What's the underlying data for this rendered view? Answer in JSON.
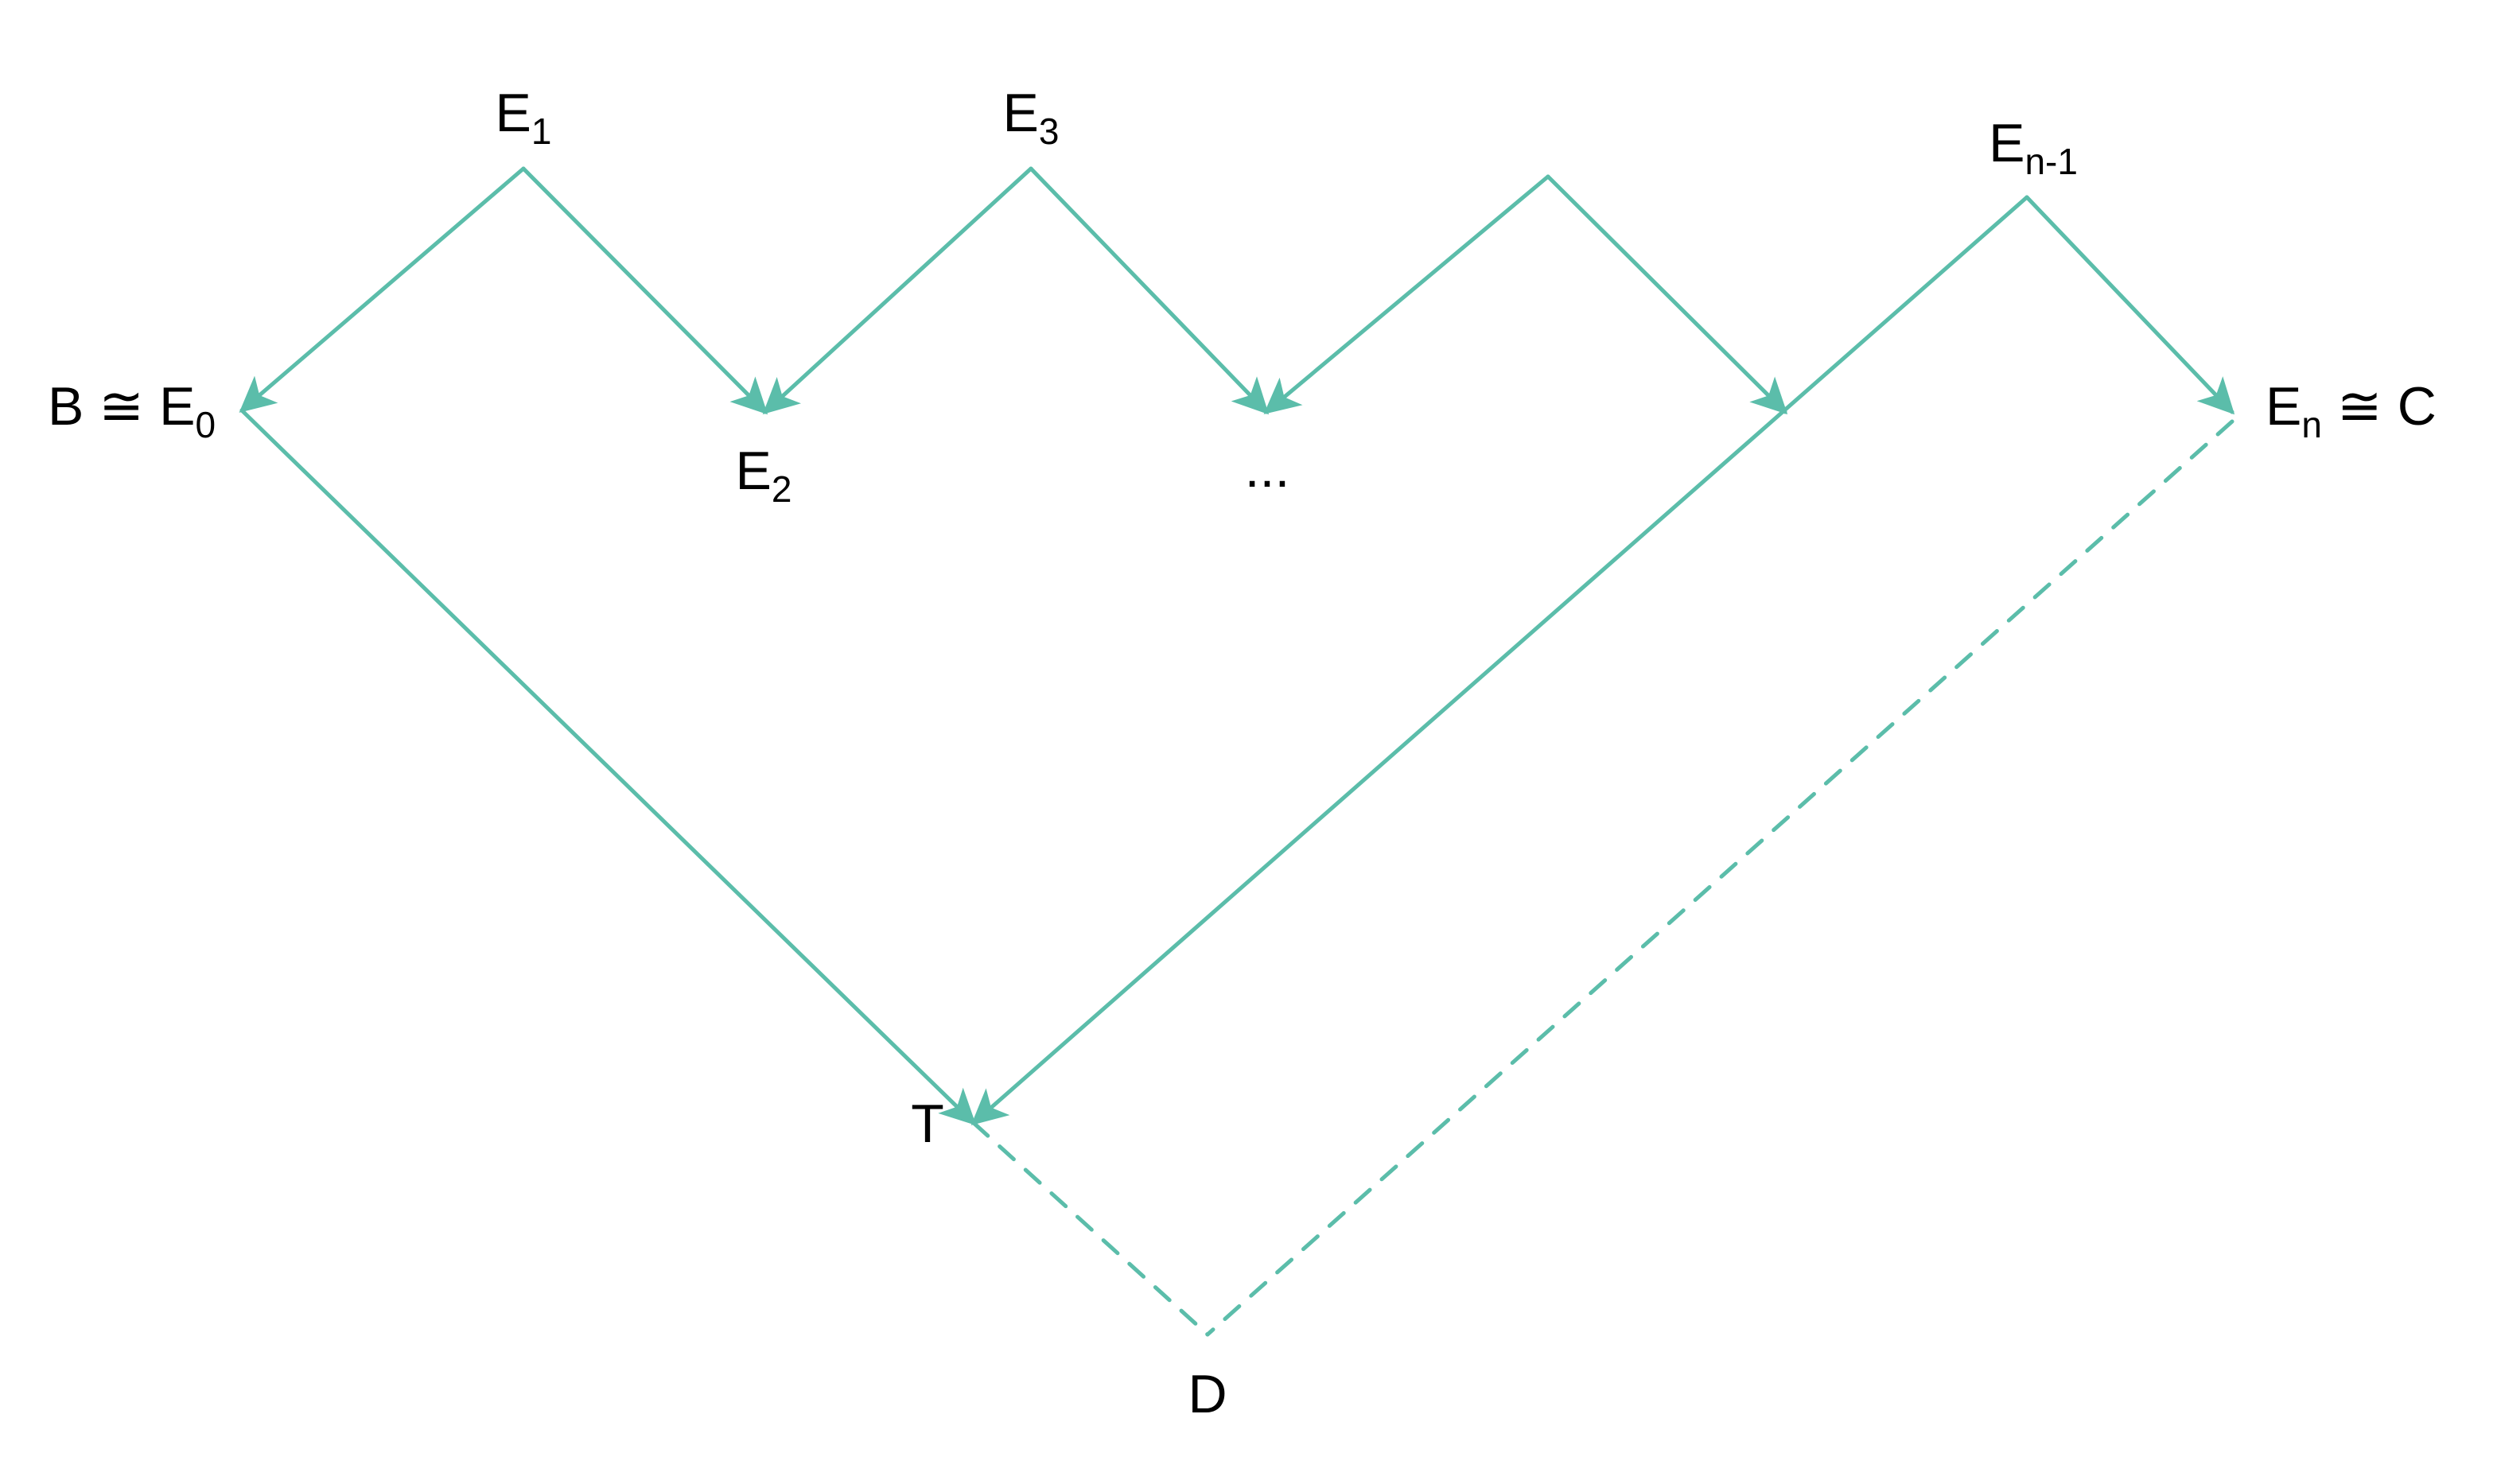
{
  "colors": {
    "edge": "#5bbdaa",
    "label": "#000000",
    "background": "#ffffff"
  },
  "nodes": {
    "E1": {
      "main": "E",
      "sub": "1"
    },
    "E3": {
      "main": "E",
      "sub": "3"
    },
    "En1": {
      "main": "E",
      "sub": "n-1"
    },
    "B": {
      "prefix": "B ≅ ",
      "main": "E",
      "sub": "0"
    },
    "E2": {
      "main": "E",
      "sub": "2"
    },
    "dots": {
      "main": "..."
    },
    "En": {
      "main": "E",
      "sub": "n",
      "suffix": " ≅ C"
    },
    "T": {
      "main": "T"
    },
    "D": {
      "main": "D"
    }
  },
  "edges": [
    {
      "from": "E1",
      "to": "B",
      "style": "solid"
    },
    {
      "from": "E1",
      "to": "E2",
      "style": "solid"
    },
    {
      "from": "E3",
      "to": "E2",
      "style": "solid"
    },
    {
      "from": "E3",
      "to": "dots",
      "style": "solid"
    },
    {
      "from": "unlabeled-top",
      "to": "dots",
      "style": "solid"
    },
    {
      "from": "unlabeled-top",
      "to": "unlabeled-bottom",
      "style": "solid"
    },
    {
      "from": "En1",
      "to": "En",
      "style": "solid"
    },
    {
      "from": "B",
      "to": "T",
      "style": "solid"
    },
    {
      "from": "En1",
      "to": "T",
      "style": "solid"
    },
    {
      "from": "T",
      "to": "D",
      "style": "dashed"
    },
    {
      "from": "En",
      "to": "D",
      "style": "dashed"
    }
  ]
}
